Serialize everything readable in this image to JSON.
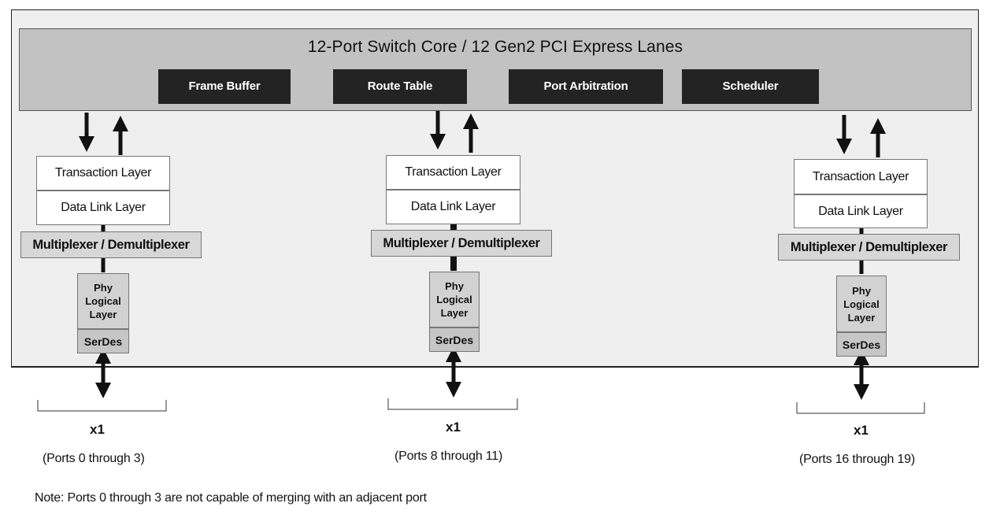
{
  "core": {
    "title": "12-Port Switch Core  /  12 Gen2 PCI Express Lanes",
    "blocks": [
      "Frame Buffer",
      "Route Table",
      "Port Arbitration",
      "Scheduler"
    ]
  },
  "port_stack": {
    "transaction": "Transaction Layer",
    "data_link": "Data Link Layer",
    "mux": "Multiplexer / Demultiplexer",
    "phy": "Phy Logical Layer",
    "serdes": "SerDes"
  },
  "ports": [
    {
      "width": "x1",
      "range": "(Ports 0 through 3)"
    },
    {
      "width": "x1",
      "range": "(Ports 8 through 11)"
    },
    {
      "width": "x1",
      "range": "(Ports 16 through 19)"
    }
  ],
  "note": "Note: Ports 0 through 3 are not capable of merging with an adjacent port",
  "colors": {
    "core": "#c2c2c2",
    "chip": "#efefef",
    "blocks": "#232323",
    "mux": "#d7d7d7",
    "phy": "#d2d2d2"
  }
}
